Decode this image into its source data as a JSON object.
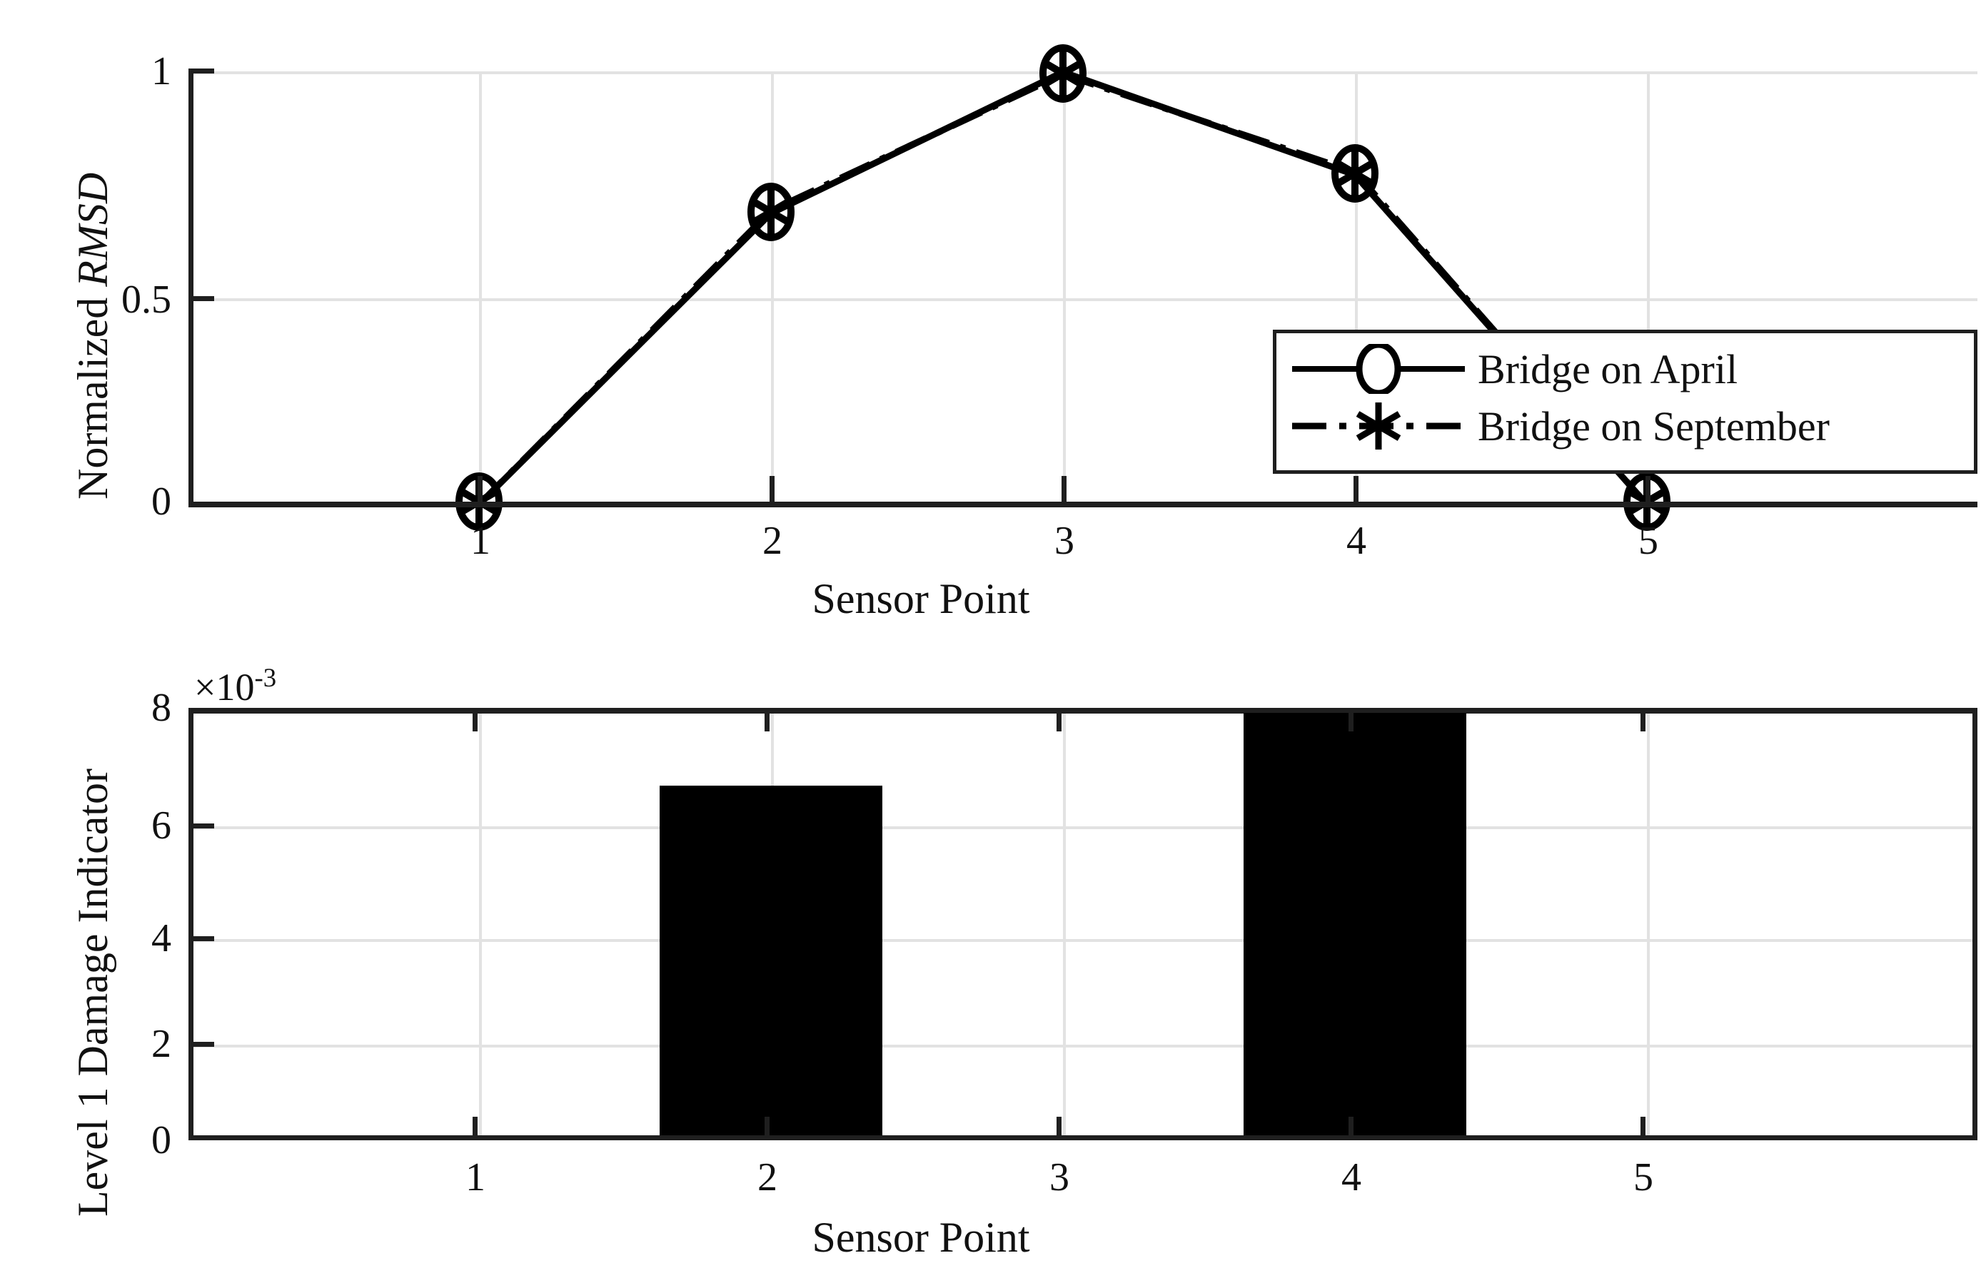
{
  "figure": {
    "background": "#ffffff",
    "line_color": "#000000",
    "grid_color": "#e2e2e2",
    "axis_color": "#1f1f1f"
  },
  "chart_data": [
    {
      "id": "normalized-rmsd",
      "type": "line",
      "title": "",
      "xlabel": "Sensor Point",
      "ylabel": "Normalized RMSD",
      "ylabel_plain": "Normalized ",
      "ylabel_italic": "RMSD",
      "x": [
        1,
        2,
        3,
        4,
        5
      ],
      "categories": [
        "1",
        "2",
        "3",
        "4",
        "5"
      ],
      "xticklabels": [
        "1",
        "2",
        "3",
        "4",
        "5"
      ],
      "yticklabels": [
        "0",
        "0.5",
        "1"
      ],
      "yticks": [
        0,
        0.5,
        1
      ],
      "xlim": [
        0.5,
        5.6
      ],
      "ylim": [
        0,
        1.05
      ],
      "grid": true,
      "legend_position": "center-right",
      "series": [
        {
          "name": "Bridge on April",
          "marker": "circle",
          "linestyle": "solid",
          "values": [
            0,
            0.672,
            1.0,
            0.762,
            0
          ]
        },
        {
          "name": "Bridge on September",
          "marker": "asterisk",
          "linestyle": "dashdot",
          "values": [
            0,
            0.678,
            0.995,
            0.772,
            0
          ]
        }
      ]
    },
    {
      "id": "level-1-damage-indicator",
      "type": "bar",
      "title": "",
      "xlabel": "Sensor Point",
      "ylabel": "Level 1 Damage Indicator",
      "y_exponent_label": "×10",
      "y_exponent_power": "-3",
      "categories": [
        "1",
        "2",
        "3",
        "4",
        "5"
      ],
      "xticklabels": [
        "1",
        "2",
        "3",
        "4",
        "5"
      ],
      "yticklabels": [
        "0",
        "2",
        "4",
        "6",
        "8"
      ],
      "yticks": [
        0,
        2,
        4,
        6,
        8
      ],
      "ylim": [
        0,
        8
      ],
      "xlim": [
        0.5,
        5.6
      ],
      "grid": true,
      "bar_color": "#000000",
      "values": [
        0,
        6.63,
        0,
        8.0,
        0
      ]
    }
  ],
  "legend": {
    "items": [
      {
        "label": "Bridge on April",
        "marker": "circle",
        "linestyle": "solid"
      },
      {
        "label": "Bridge on September",
        "marker": "asterisk",
        "linestyle": "dashdot"
      }
    ]
  }
}
